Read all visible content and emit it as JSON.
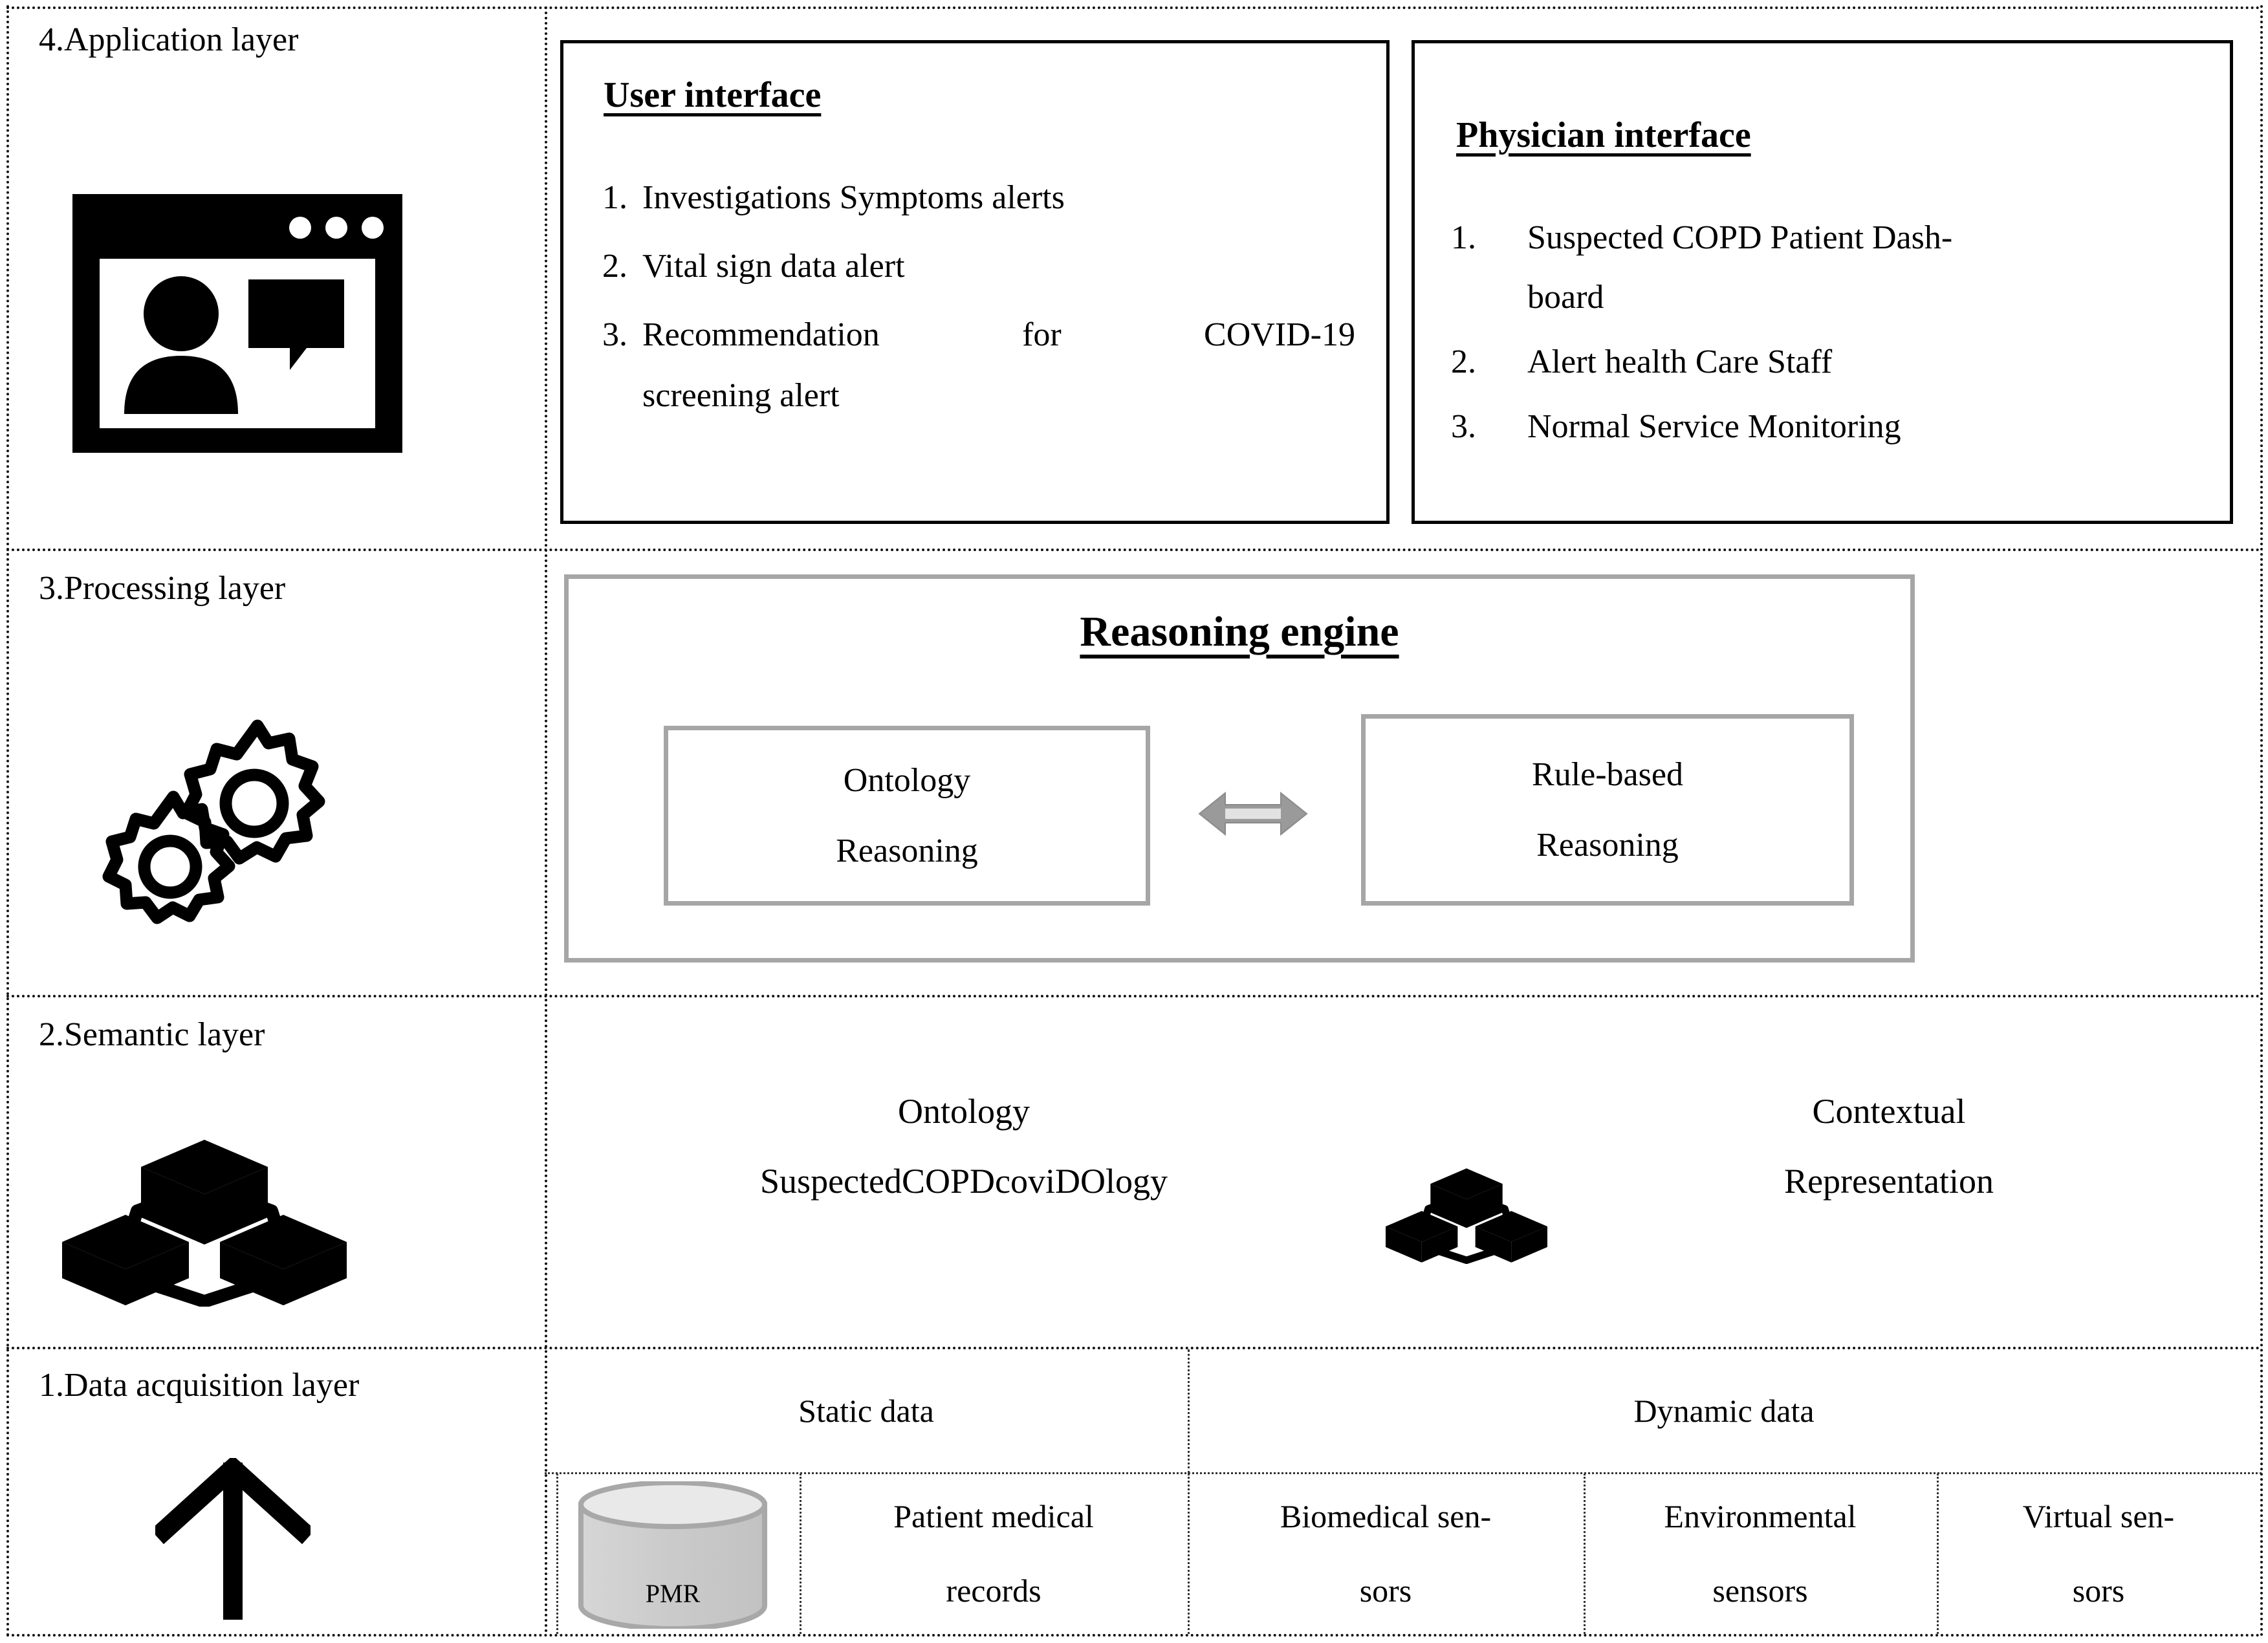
{
  "figure": {
    "type": "layered-architecture-diagram",
    "layers": [
      {
        "index": 4,
        "label": "4.Application layer",
        "icon": "window-user-chat-icon"
      },
      {
        "index": 3,
        "label": "3.Processing layer",
        "icon": "gears-icon"
      },
      {
        "index": 2,
        "label": "2.Semantic layer",
        "icon": "linked-cubes-icon"
      },
      {
        "index": 1,
        "label": "1.Data acquisition layer",
        "icon": "up-arrow-icon"
      }
    ]
  },
  "application_layer": {
    "user_interface": {
      "title": "User interface",
      "items": [
        {
          "num": "1.",
          "text": "Investigations Symptoms alerts"
        },
        {
          "num": "2.",
          "text": "Vital sign data alert"
        },
        {
          "num": "3.",
          "text": "Recommendation for COVID-19",
          "text_line2": "screening alert"
        }
      ]
    },
    "physician_interface": {
      "title": "Physician interface",
      "items": [
        {
          "num": "1.",
          "text": "Suspected COPD Patient Dash-",
          "text_line2": "board"
        },
        {
          "num": "2.",
          "text": "Alert health Care Staff"
        },
        {
          "num": "3.",
          "text": "Normal Service Monitoring"
        }
      ]
    }
  },
  "processing_layer": {
    "engine_title": "Reasoning engine",
    "left_box": {
      "line1": "Ontology",
      "line2": "Reasoning"
    },
    "right_box": {
      "line1": "Rule-based",
      "line2": "Reasoning"
    },
    "connector": "double-headed-arrow"
  },
  "semantic_layer": {
    "left": {
      "line1": "Ontology",
      "line2": "SuspectedCOPDcoviDOlogy"
    },
    "right": {
      "line1": "Contextual",
      "line2": "Representation"
    },
    "middle_icon": "linked-cubes-icon"
  },
  "data_acquisition_layer": {
    "categories": [
      {
        "label": "Static data"
      },
      {
        "label": "Dynamic data"
      }
    ],
    "database": {
      "label": "PMR",
      "shape": "cylinder"
    },
    "sources": [
      {
        "line1": "Patient medical",
        "line2": "records"
      },
      {
        "line1": "Biomedical sen-",
        "line2": "sors"
      },
      {
        "line1": "Environmental",
        "line2": "sensors"
      },
      {
        "line1": "Virtual sen-",
        "line2": "sors"
      }
    ]
  },
  "colors": {
    "grid_line": "#111111",
    "panel_border": "#000000",
    "engine_border": "#a6a6a6",
    "arrow_fill": "#808080",
    "cylinder_body": "#c8c8c8",
    "cylinder_top": "#e8e8e8",
    "cylinder_stroke": "#a0a0a0",
    "background": "#ffffff"
  }
}
